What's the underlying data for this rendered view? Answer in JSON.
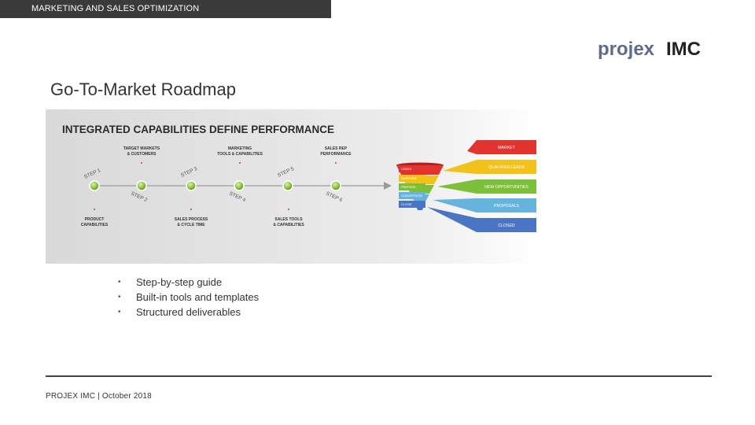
{
  "header": {
    "section_label": "MARKETING AND SALES OPTIMIZATION"
  },
  "logo": {
    "text_a": "projex",
    "text_b": "IMC",
    "color_a": "#5f6a91",
    "color_b": "#222222"
  },
  "slide": {
    "title": "Go-To-Market Roadmap"
  },
  "graphic": {
    "heading": "INTEGRATED CAPABILITIES DEFINE PERFORMANCE",
    "top_labels": [
      [
        "TARGET MARKETS",
        "& CUSTOMERS"
      ],
      [
        "MARKETING",
        "TOOLS & CAPABILITIES"
      ],
      [
        "SALES REP",
        "PERFORMANCE"
      ]
    ],
    "bottom_labels": [
      [
        "PRODUCT",
        "CAPABILITIES"
      ],
      [
        "SALES PROCESS",
        "& CYCLE TIME"
      ],
      [
        "SALES TOOLS",
        "& CAPABILITIES"
      ]
    ],
    "steps": [
      "STEP 1",
      "STEP 2",
      "STEP 3",
      "STEP 4",
      "STEP 5",
      "STEP 6"
    ],
    "funnel_labels": [
      "LEADS",
      "NURTURE",
      "PREPARE",
      "CONVERSION",
      "CLOSE"
    ],
    "arrow_labels": [
      "MARKET",
      "QUALIFIED LEADS",
      "NEW OPPORTUNITIES",
      "PROPOSALS",
      "CLOSED"
    ],
    "colors": {
      "red": "#e2332f",
      "yellow": "#f2c21a",
      "green": "#7cbf3a",
      "light_blue": "#66b3de",
      "blue": "#4a74c4",
      "node_green": "#8cc63f"
    }
  },
  "bullets": [
    "Step-by-step guide",
    "Built-in tools and templates",
    "Structured deliverables"
  ],
  "bullet_glyph": "•",
  "footer": {
    "text": "PROJEX IMC  |  October 2018"
  }
}
